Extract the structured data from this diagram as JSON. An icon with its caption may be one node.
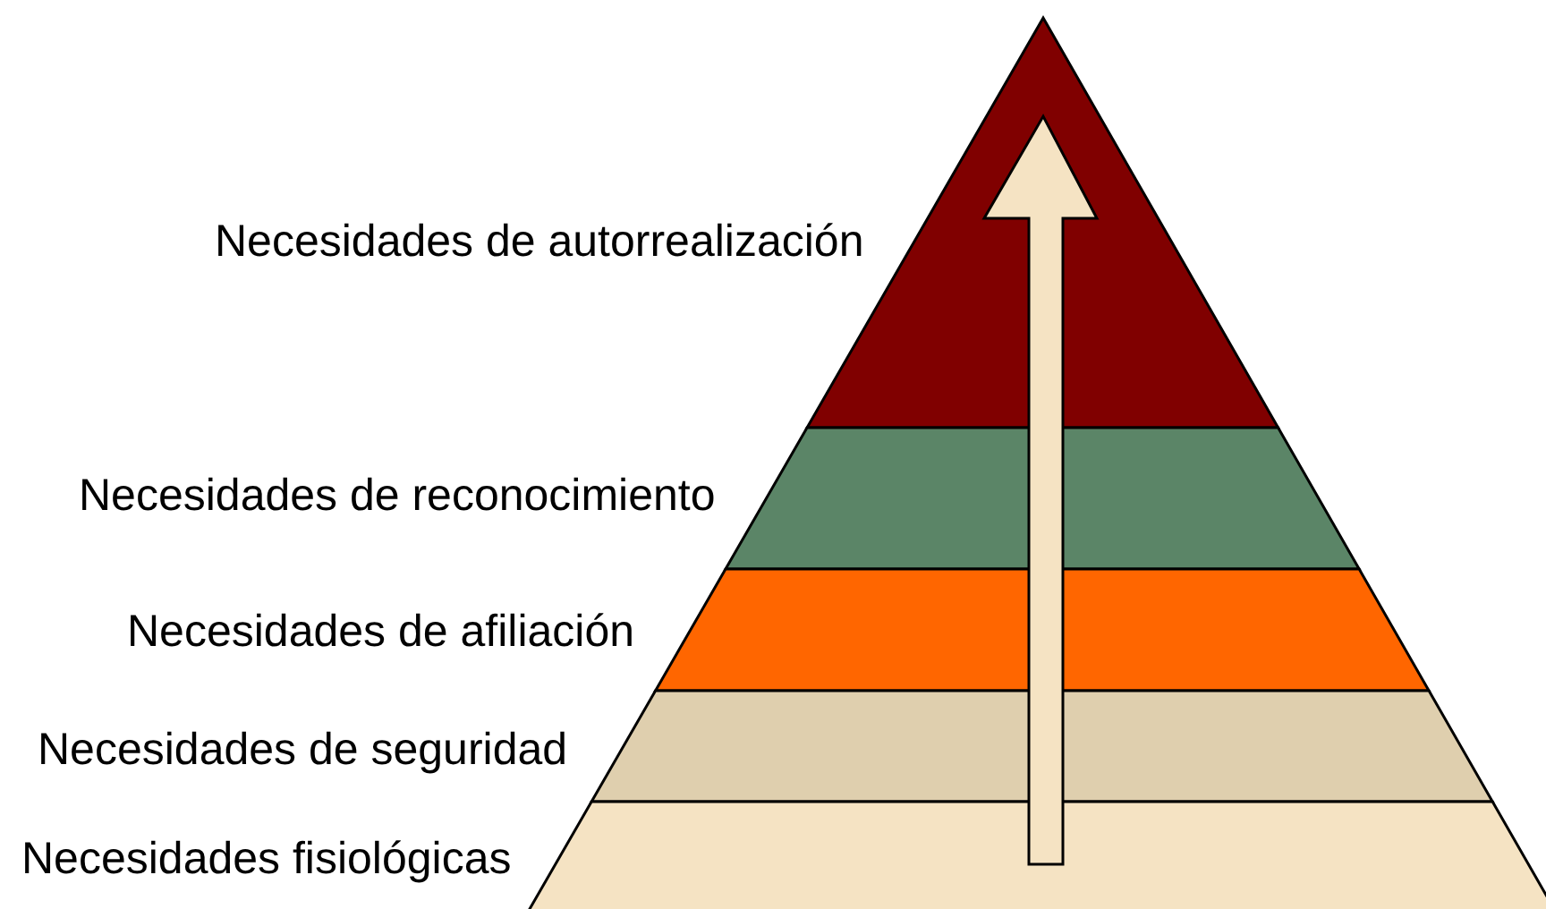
{
  "diagram": {
    "nodes": [
      {
        "text": [
          "Necesidades de autorrealización"
        ]
      },
      {
        "text": [
          "Necesidades de reconocimiento"
        ]
      },
      {
        "text": [
          "Necesidades de afiliación"
        ]
      },
      {
        "text": [
          "Necesidades de seguridad"
        ]
      },
      {
        "text": [
          "Necesidades fisiológicas"
        ]
      }
    ]
  }
}
